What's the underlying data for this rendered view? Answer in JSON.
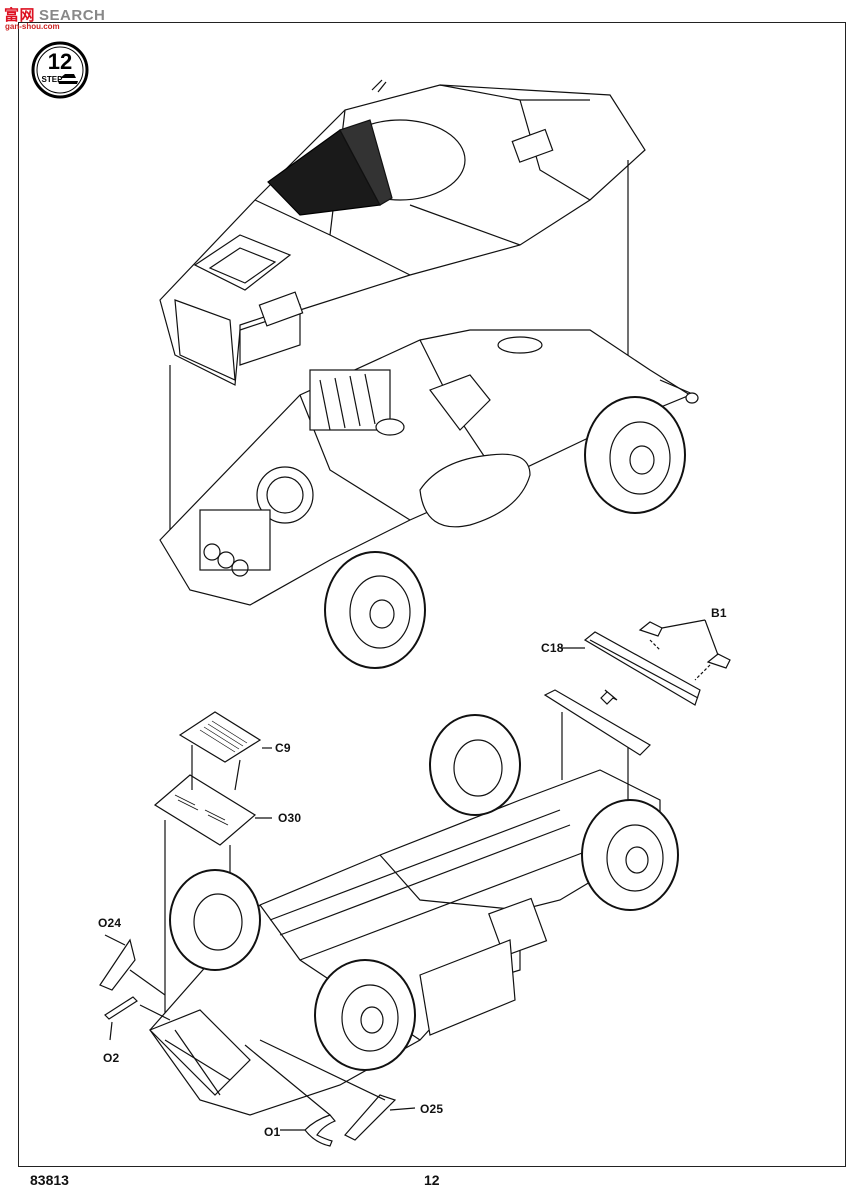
{
  "watermark": {
    "chinese": "富网",
    "english": "SEARCH",
    "url": "gan-shou.com"
  },
  "step": {
    "number": "12",
    "word": "STEP"
  },
  "callouts": {
    "b1": "B1",
    "c18": "C18",
    "c9": "C9",
    "o30": "O30",
    "o24": "O24",
    "o2": "O2",
    "o25": "O25",
    "o1": "O1"
  },
  "footer": {
    "kit_number": "83813",
    "page_number": "12"
  }
}
